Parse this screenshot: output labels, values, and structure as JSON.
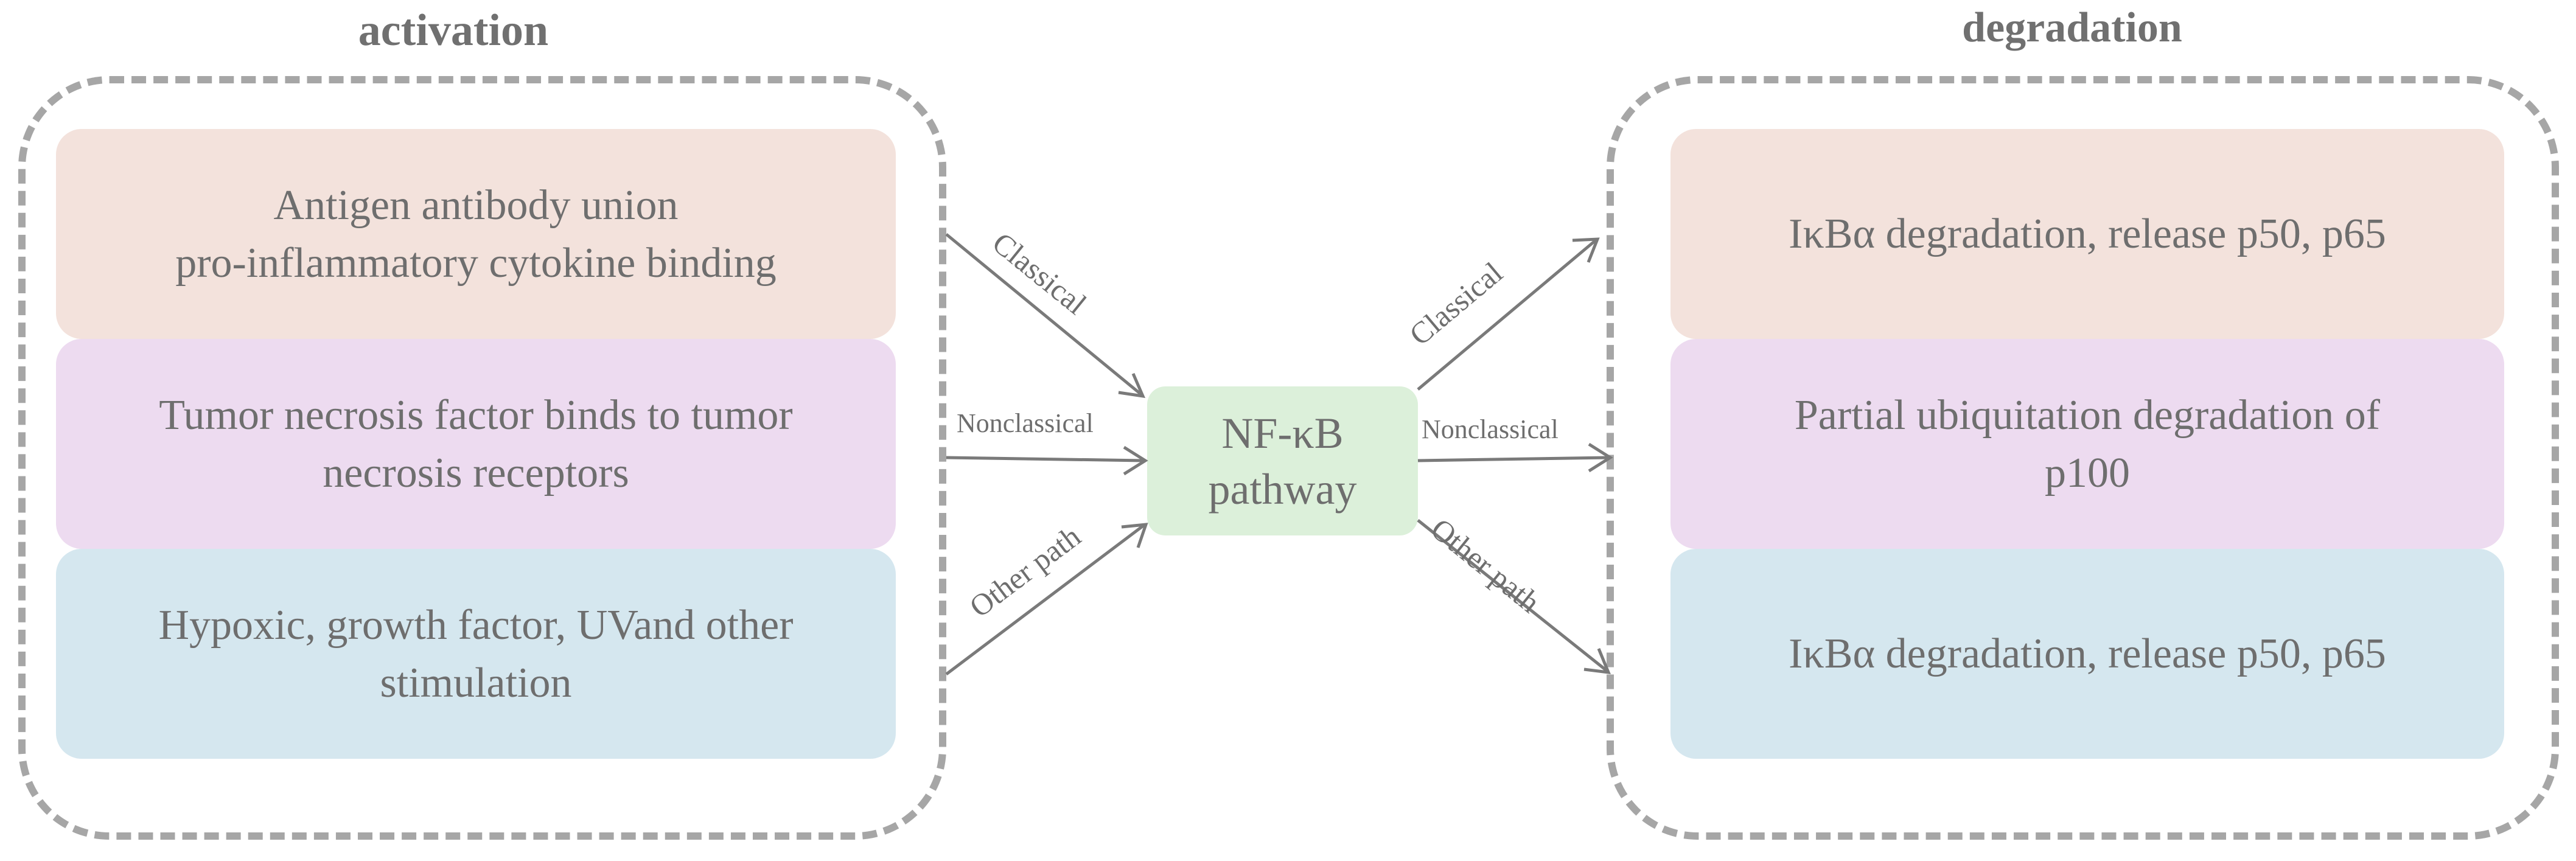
{
  "titles": {
    "activation": "activation",
    "degradation": "degradation"
  },
  "activation": {
    "items": [
      {
        "lines": [
          "Antigen antibody union",
          "pro-inflammatory cytokine binding"
        ]
      },
      {
        "lines": [
          "Tumor necrosis factor binds to tumor",
          "necrosis receptors"
        ]
      },
      {
        "lines": [
          "Hypoxic, growth factor, UVand other",
          "stimulation"
        ]
      }
    ]
  },
  "center": {
    "lines": [
      "NF-κB",
      "pathway"
    ]
  },
  "degradation": {
    "items": [
      {
        "lines": [
          "IκBα degradation, release p50, p65"
        ]
      },
      {
        "lines": [
          "Partial ubiquitation degradation of",
          "p100"
        ]
      },
      {
        "lines": [
          "IκBα degradation, release p50, p65"
        ]
      }
    ]
  },
  "edges": {
    "in_classical": "Classical",
    "in_nonclassical": "Nonclassical",
    "in_other": "Other path",
    "out_classical": "Classical",
    "out_nonclassical": "Nonclassical",
    "out_other": "Other path"
  },
  "colors": {
    "pink": "#f3e2dc",
    "purple": "#eddbf0",
    "blue": "#d5e7ef",
    "green": "#dcf0da",
    "dashed_border": "#a6a6a6",
    "arrow": "#7a7a7a"
  }
}
